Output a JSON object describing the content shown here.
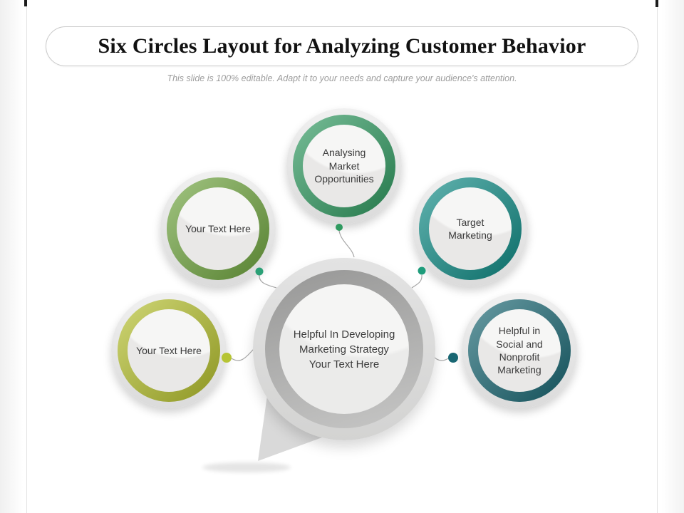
{
  "slide": {
    "title": "Six Circles Layout for Analyzing Customer Behavior",
    "subtitle": "This slide is 100% editable. Adapt it to your needs and capture your audience's attention."
  },
  "diagram": {
    "center": {
      "label": "Helpful In Developing\nMarketing Strategy\nYour Text Here",
      "ring_color": "#b0b0af"
    },
    "satellites": [
      {
        "position": "top",
        "label": "Analysing\nMarket\nOpportunities",
        "ring_color": "#2F9A60",
        "dot_color": "#2F9A60"
      },
      {
        "position": "upper-left",
        "label": "Your Text Here",
        "ring_color": "#6FA53E",
        "dot_color": "#2BA076"
      },
      {
        "position": "upper-right",
        "label": "Target\nMarketing",
        "ring_color": "#0E8B85",
        "dot_color": "#1E9C7B"
      },
      {
        "position": "lower-left",
        "label": "Your Text Here",
        "ring_color": "#B5C02C",
        "dot_color": "#B6C434"
      },
      {
        "position": "lower-right",
        "label": "Helpful in\nSocial and\nNonprofit\nMarketing",
        "ring_color": "#186672",
        "dot_color": "#186672"
      }
    ]
  },
  "colors": {
    "connector_line": "#a8a8a8",
    "bubble_fill": "#d9d9d9",
    "title_border": "#c9c9c9",
    "subtitle_text": "#9d9d9d"
  }
}
